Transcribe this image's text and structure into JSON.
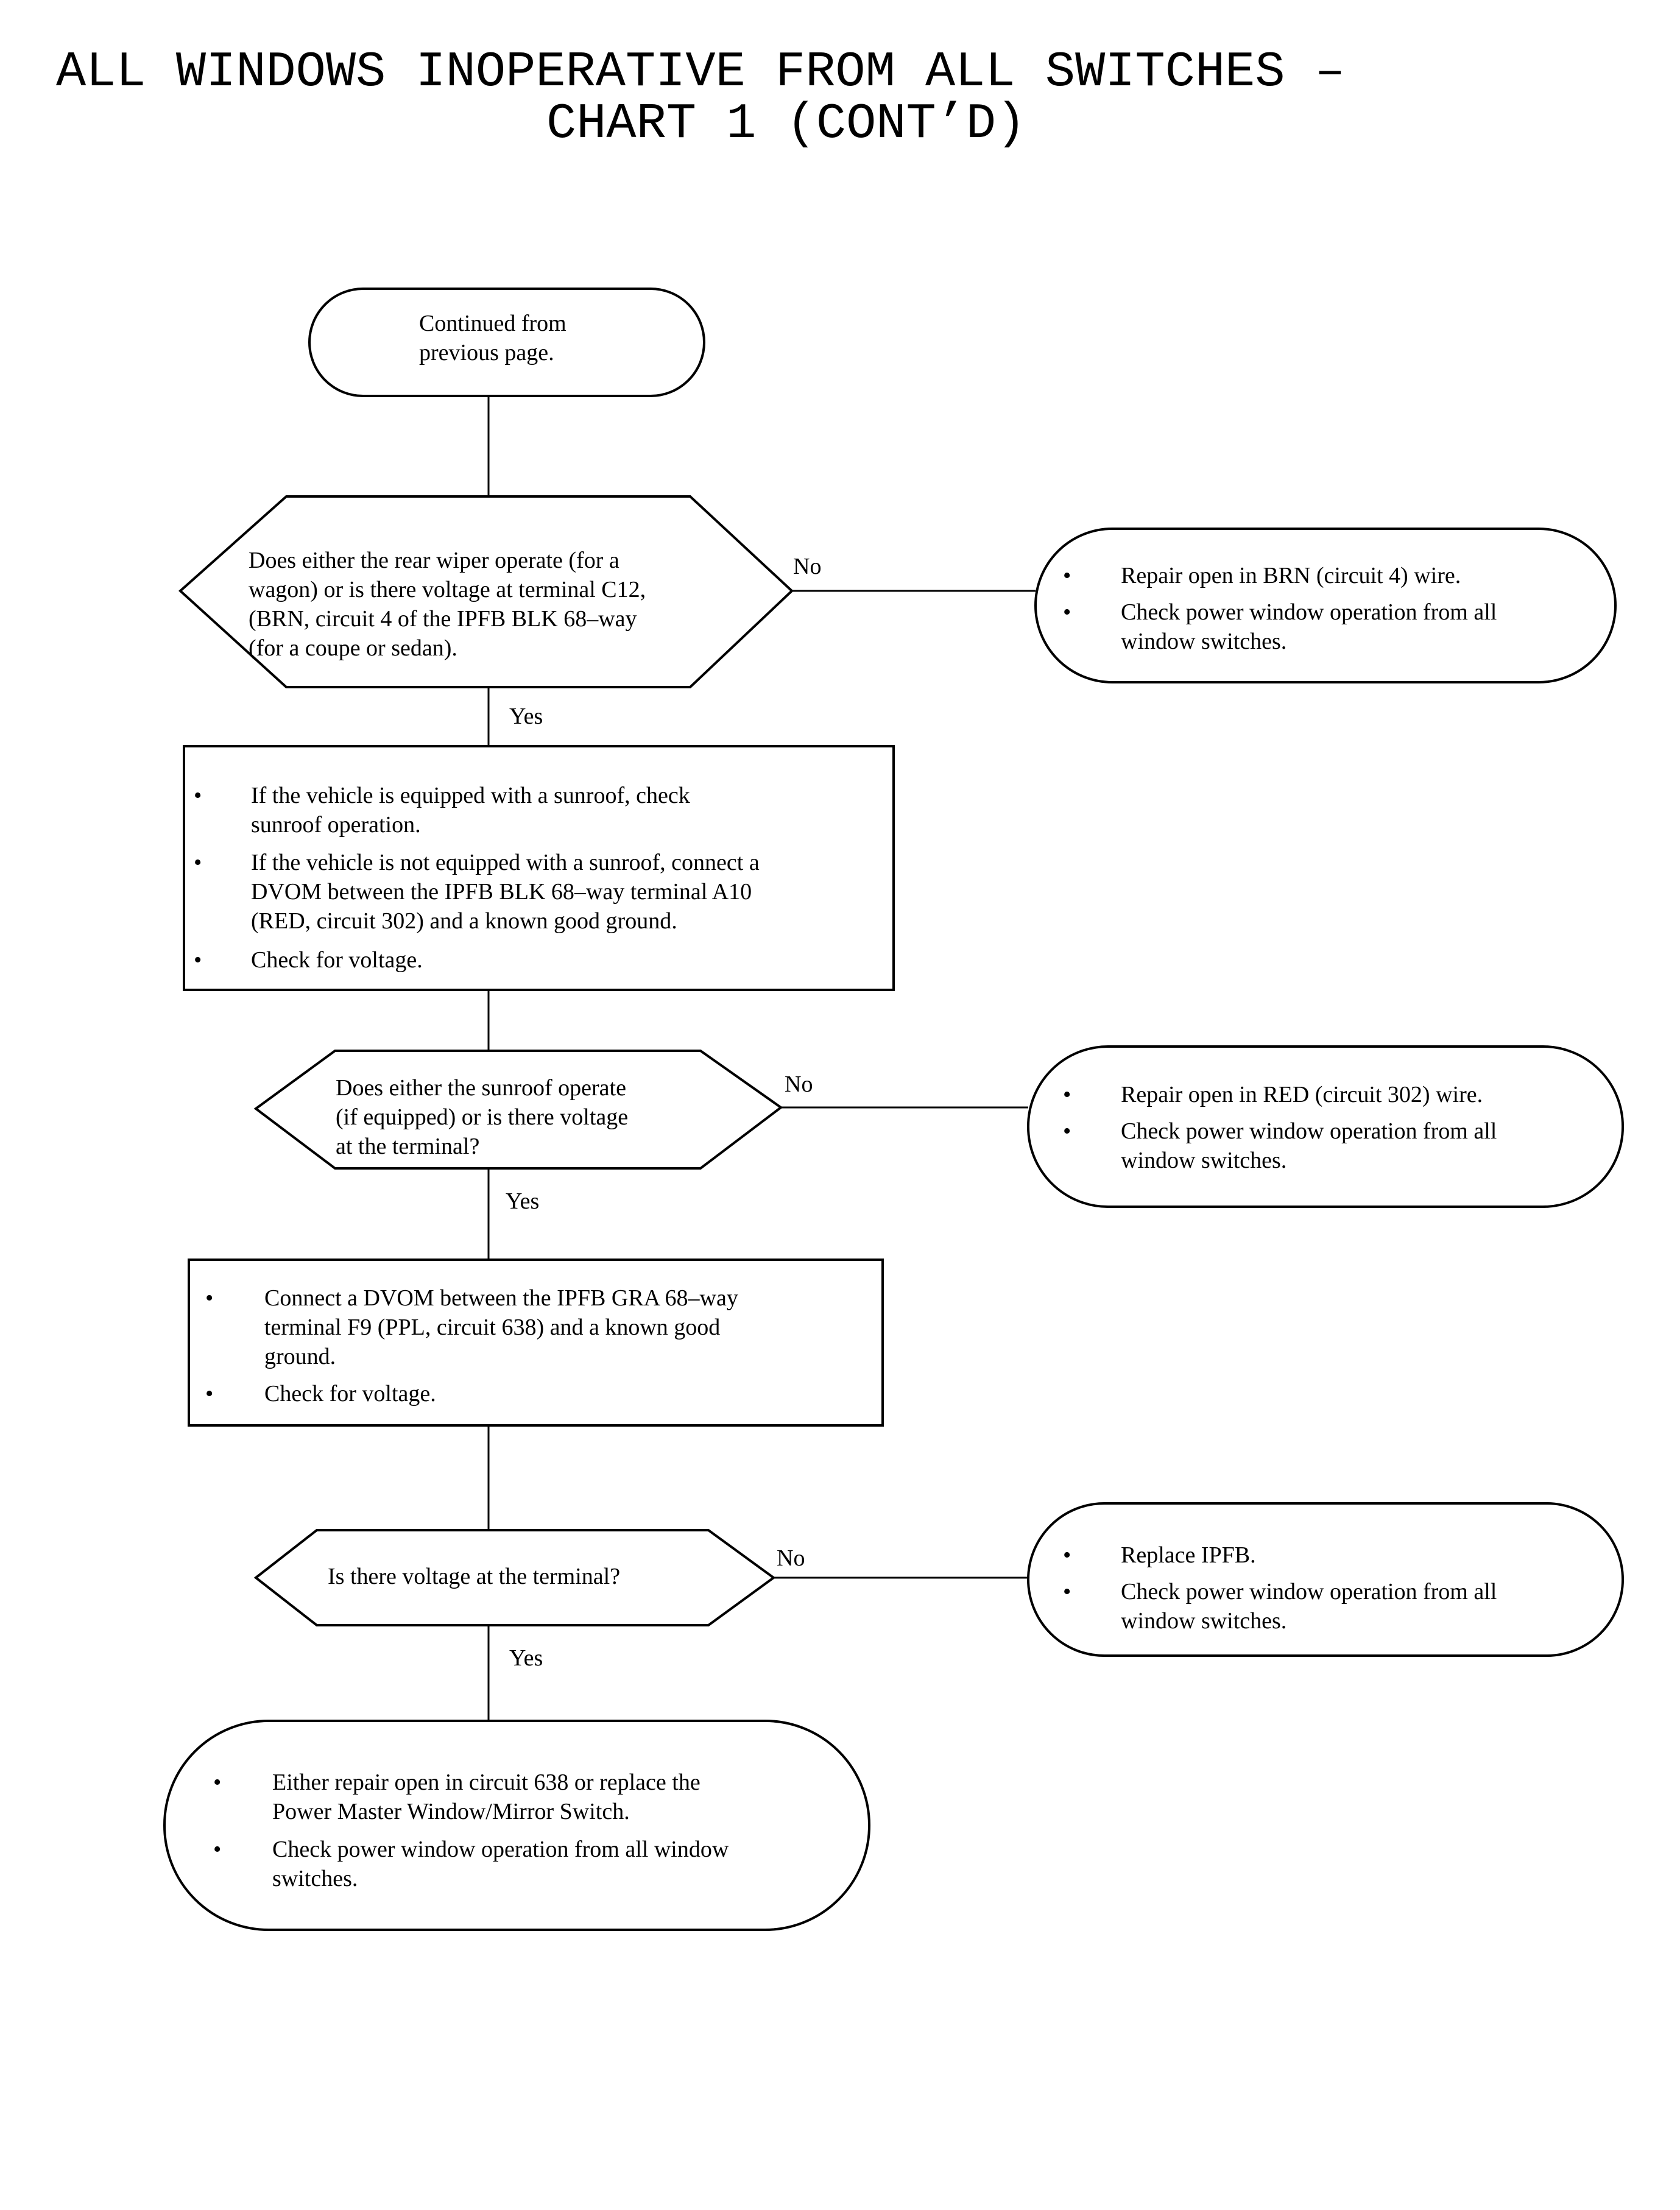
{
  "title": {
    "line1": "ALL WINDOWS INOPERATIVE FROM ALL SWITCHES –",
    "line2": "CHART 1 (CONT’D)"
  },
  "bullet_glyph": "•",
  "flowchart": {
    "start": {
      "lines": [
        "Continued from",
        "previous page."
      ]
    },
    "decision1": {
      "lines": [
        "Does either the rear wiper operate (for a",
        "wagon) or is there voltage at terminal C12,",
        "(BRN, circuit 4 of the IPFB BLK 68–way",
        "(for a coupe or sedan)."
      ],
      "yes_label": "Yes",
      "no_label": "No"
    },
    "result1": {
      "bullets": [
        {
          "lines": [
            "Repair open in BRN (circuit 4) wire."
          ]
        },
        {
          "lines": [
            "Check power window operation from all",
            "window switches."
          ]
        }
      ]
    },
    "step1": {
      "bullets": [
        {
          "lines": [
            "If the vehicle is equipped with a sunroof, check",
            "sunroof operation."
          ]
        },
        {
          "lines": [
            "If the vehicle is not equipped with a sunroof, connect a",
            "DVOM between the IPFB BLK 68–way terminal A10",
            "(RED, circuit 302) and a known good ground."
          ]
        },
        {
          "lines": [
            "Check for voltage."
          ]
        }
      ]
    },
    "decision2": {
      "lines": [
        "Does either the sunroof operate",
        "(if equipped) or is there voltage",
        "at the terminal?"
      ],
      "yes_label": "Yes",
      "no_label": "No"
    },
    "result2": {
      "bullets": [
        {
          "lines": [
            "Repair open in RED (circuit 302) wire."
          ]
        },
        {
          "lines": [
            "Check power window operation from all",
            "window switches."
          ]
        }
      ]
    },
    "step2": {
      "bullets": [
        {
          "lines": [
            "Connect a DVOM between the IPFB GRA 68–way",
            "terminal F9 (PPL, circuit 638) and a known good",
            "ground."
          ]
        },
        {
          "lines": [
            "Check for voltage."
          ]
        }
      ]
    },
    "decision3": {
      "lines": [
        "Is there voltage at the terminal?"
      ],
      "yes_label": "Yes",
      "no_label": "No"
    },
    "result3": {
      "bullets": [
        {
          "lines": [
            "Replace IPFB."
          ]
        },
        {
          "lines": [
            "Check power window operation from all",
            "window switches."
          ]
        }
      ]
    },
    "end": {
      "bullets": [
        {
          "lines": [
            "Either repair open in circuit 638 or replace the",
            "Power Master Window/Mirror Switch."
          ]
        },
        {
          "lines": [
            "Check power window operation from all window",
            "switches."
          ]
        }
      ]
    }
  }
}
